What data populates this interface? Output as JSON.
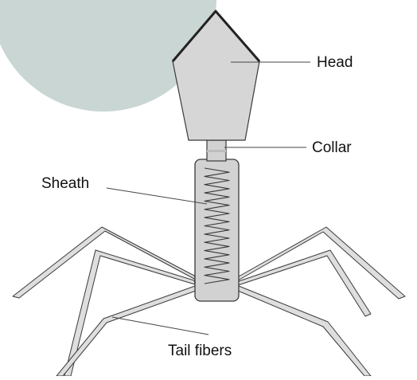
{
  "labels": {
    "head": "Head",
    "collar": "Collar",
    "sheath": "Sheath",
    "tail_fibers": "Tail fibers"
  },
  "colors": {
    "background": "#ffffff",
    "backdrop_circle": "#c9d6d3",
    "part_fill": "#d2d2d2",
    "head_fill": "#d6d6d6",
    "outline": "#3a3a3a",
    "head_edge": "#222222",
    "fiber_fill": "#dedede",
    "leader_line": "#444444"
  },
  "icons": {
    "backdrop": "circle-shape",
    "coil": "zigzag-spring-shape"
  }
}
